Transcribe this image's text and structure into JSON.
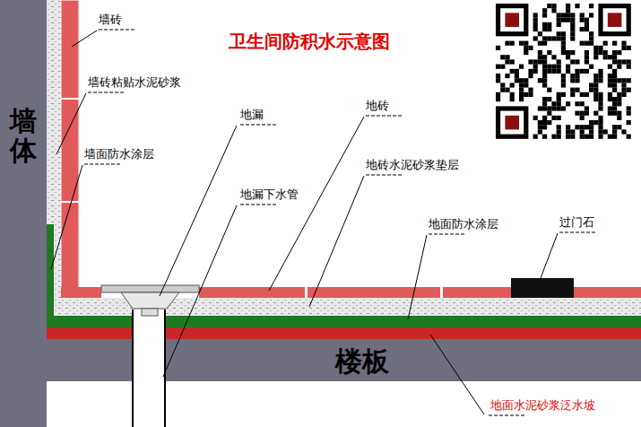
{
  "diagram": {
    "title": "卫生间防积水示意图",
    "nodes": [
      {
        "text": [
          "墙体"
        ]
      },
      {
        "text": [
          "楼板"
        ]
      }
    ],
    "labels": [
      "墙砖",
      "墙砖粘贴水泥砂浆",
      "墙面防水涂层",
      "地漏",
      "地漏下水管",
      "地砖",
      "地砖水泥砂浆垫层",
      "地面防水涂层",
      "过门石",
      "地面水泥砂浆泛水坡"
    ]
  }
}
